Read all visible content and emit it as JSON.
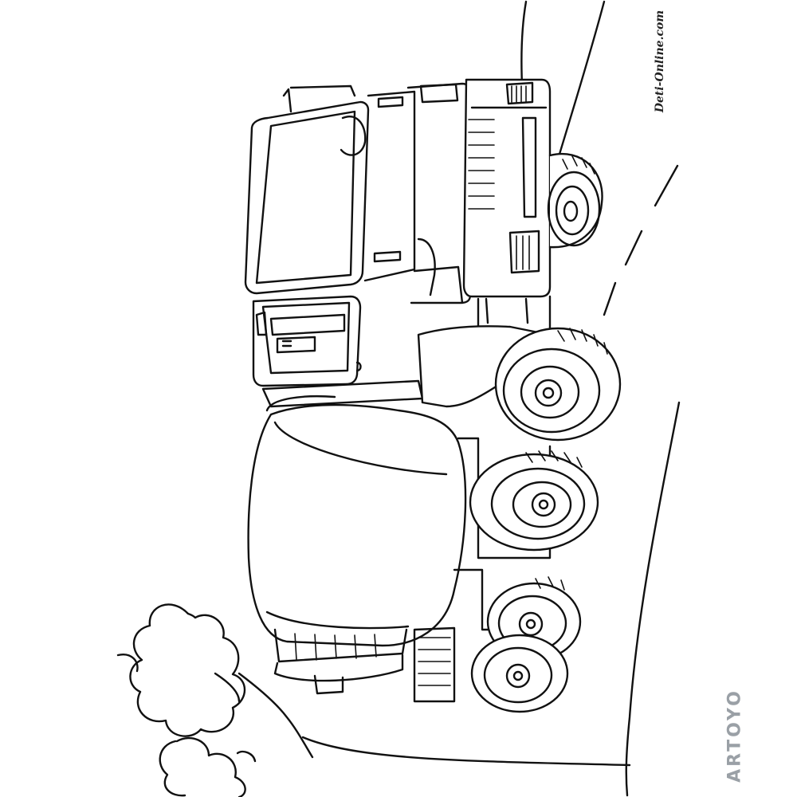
{
  "watermark": {
    "text": "Deti-Online.com"
  },
  "brand": {
    "text": "ARTOYO",
    "accent_color": "#2f80ed",
    "text_color": "#9aa0a6"
  },
  "illustration": {
    "subject": "concrete-mixer-truck",
    "style": "coloring-page line art"
  }
}
